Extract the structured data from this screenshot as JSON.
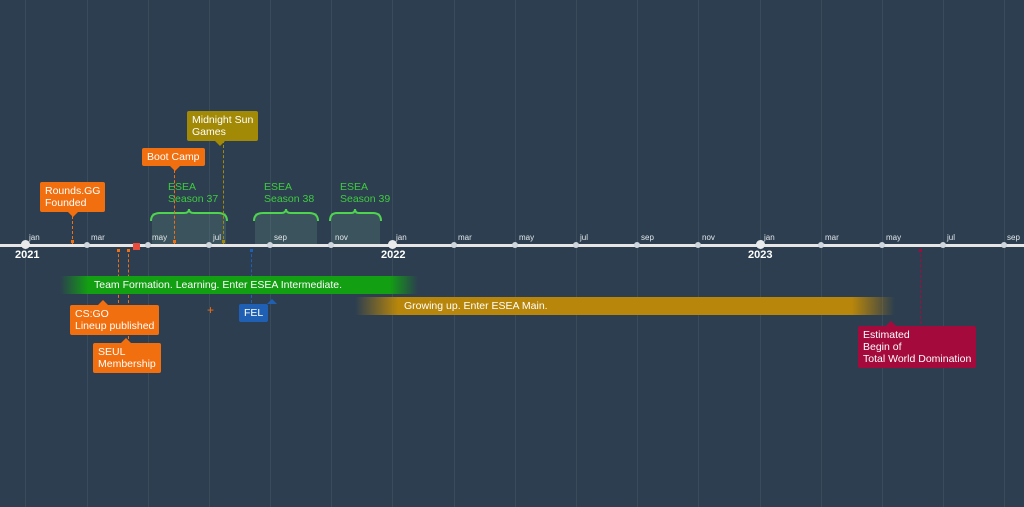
{
  "axis": {
    "months": [
      {
        "label": "jan"
      },
      {
        "label": "mar"
      },
      {
        "label": "may"
      },
      {
        "label": "jul"
      },
      {
        "label": "sep"
      },
      {
        "label": "nov"
      },
      {
        "label": "jan"
      },
      {
        "label": "mar"
      },
      {
        "label": "may"
      },
      {
        "label": "jul"
      },
      {
        "label": "sep"
      },
      {
        "label": "nov"
      },
      {
        "label": "jan"
      },
      {
        "label": "mar"
      },
      {
        "label": "may"
      },
      {
        "label": "jul"
      },
      {
        "label": "sep"
      }
    ],
    "years": [
      {
        "label": "2021"
      },
      {
        "label": "2022"
      },
      {
        "label": "2023"
      }
    ]
  },
  "events": {
    "rounds": {
      "line1": "Rounds.GG",
      "line2": "Founded",
      "date": "2021-02"
    },
    "bootcamp": {
      "line1": "Boot Camp",
      "date": "2021-05"
    },
    "midnight": {
      "line1": "Midnight Sun",
      "line2": "Games",
      "date": "2021-07"
    },
    "csgo": {
      "line1": "CS:GO",
      "line2": "Lineup published",
      "date": "2021-03"
    },
    "seul": {
      "line1": "SEUL",
      "line2": "Membership",
      "date": "2021-04"
    },
    "fel": {
      "line1": "FEL",
      "date": "2021-08"
    },
    "domination": {
      "line1": "Estimated",
      "line2": "Begin of",
      "line3": "Total World Domination",
      "date": "2023-06"
    }
  },
  "seasons": [
    {
      "line1": "ESEA",
      "line2": "Season 37"
    },
    {
      "line1": "ESEA",
      "line2": "Season 38"
    },
    {
      "line1": "ESEA",
      "line2": "Season 39"
    }
  ],
  "eras": [
    {
      "label": "Team Formation. Learning. Enter ESEA Intermediate.",
      "color": "#12a012"
    },
    {
      "label": "Growing up. Enter ESEA Main.",
      "color": "#b8860b"
    }
  ],
  "colors": {
    "background": "#2c3e50",
    "orange": "#f26f0f",
    "olive": "#a28a06",
    "crimson": "#a50a3d",
    "blue": "#2060b4",
    "season_green": "#3fcc3f"
  }
}
